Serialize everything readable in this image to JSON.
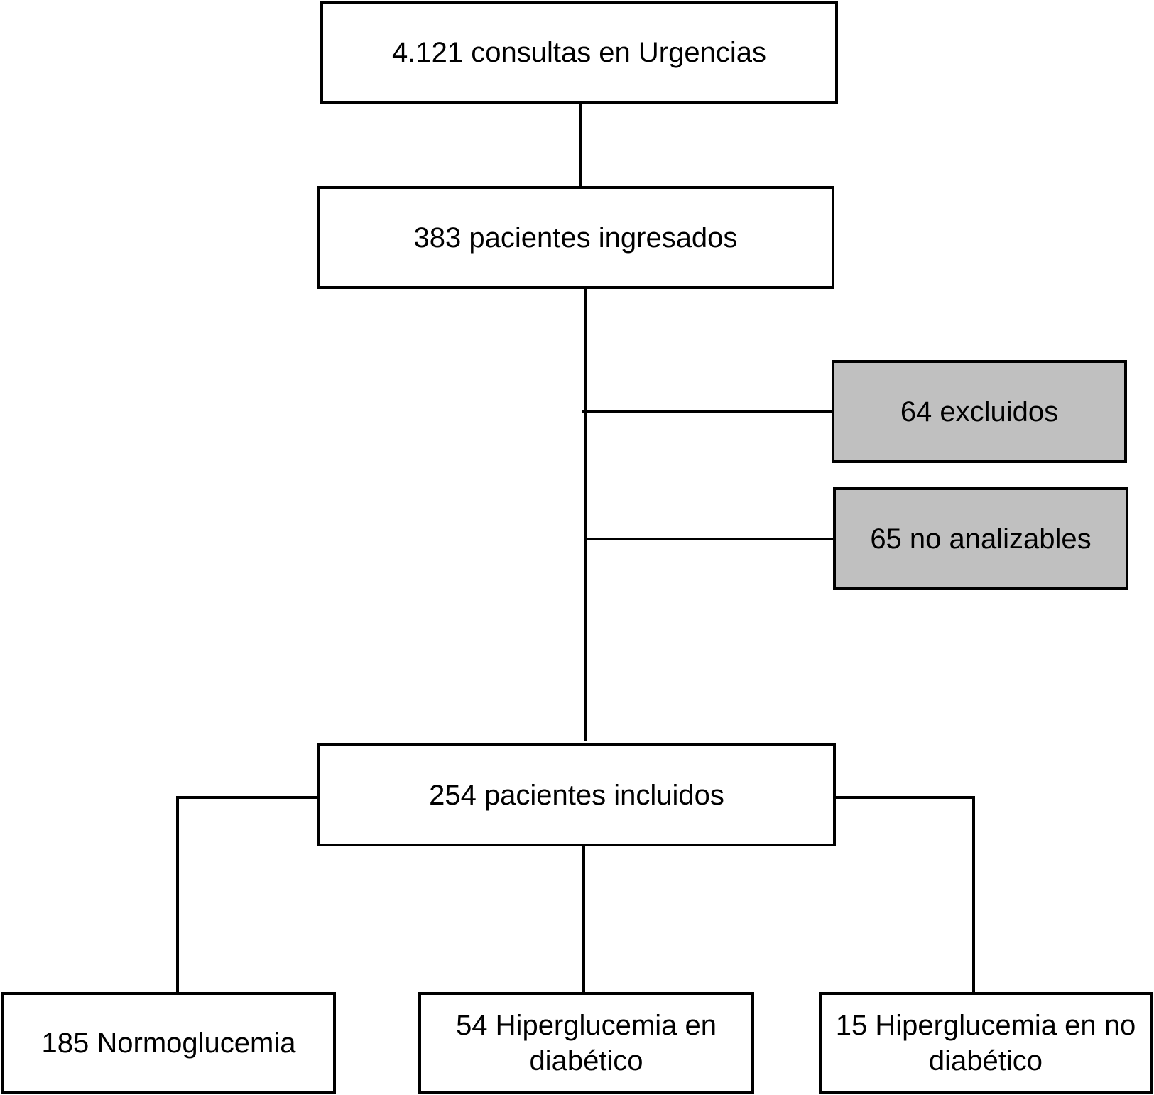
{
  "diagram": {
    "top": "4.121 consultas en Urgencias",
    "admitted": "383 pacientes ingresados",
    "excluded": "64 excluidos",
    "not_analyzable": "65 no analizables",
    "included": "254 pacientes incluidos",
    "normo": "185 Normoglucemia",
    "hyper_diabetic_line1": "54 Hiperglucemia en",
    "hyper_diabetic_line2": "diabético",
    "hyper_non_diabetic_line1": "15 Hiperglucemia en no",
    "hyper_non_diabetic_line2": "diabético"
  },
  "colors": {
    "box_fill": "#ffffff",
    "excluded_fill": "#c0c0c0",
    "stroke": "#000000"
  }
}
